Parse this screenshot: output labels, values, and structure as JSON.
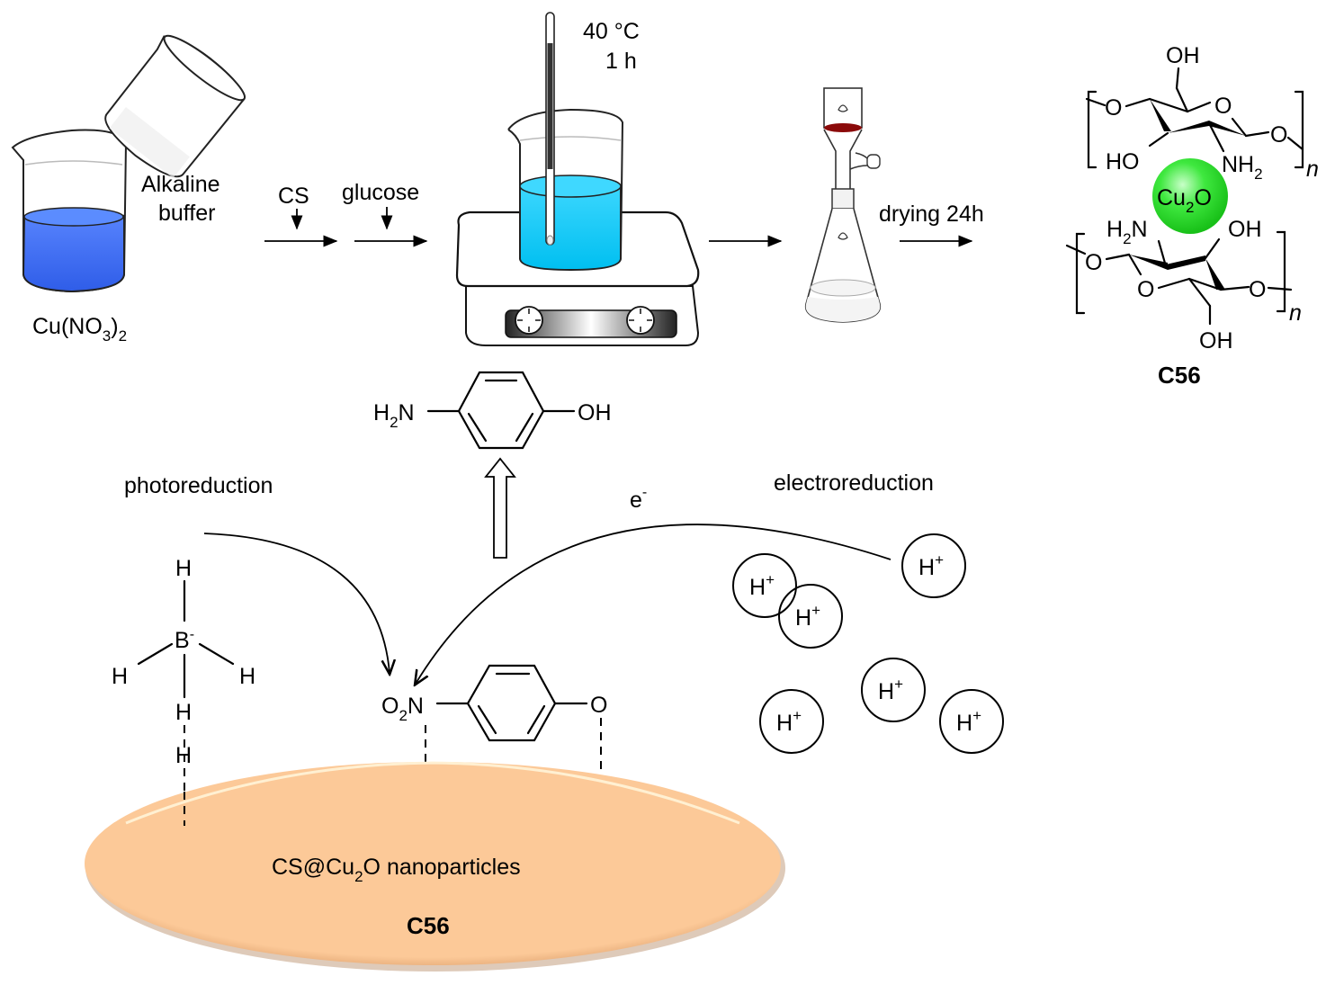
{
  "synthesis": {
    "reagent_cu": "Cu(NO",
    "reagent_cu_sub3": "3",
    "reagent_cu_close": ")",
    "reagent_cu_sub2": "2",
    "buffer_line1": "Alkaline",
    "buffer_line2": "buffer",
    "step_cs": "CS",
    "step_glucose": "glucose",
    "temperature": "40 °C",
    "time": "1 h",
    "drying": "drying 24h",
    "colors": {
      "cu_solution": "#3f6ef0",
      "reaction_solution": "#00c8f5",
      "filter_cake": "#8b0a0a"
    }
  },
  "structure": {
    "top_unit": {
      "oh_top": "OH",
      "o_left": "O",
      "o_ring": "O",
      "o_right": "O",
      "ho": "HO",
      "nh2": "NH",
      "nh2_sub": "2",
      "n": "n"
    },
    "bottom_unit": {
      "h2n": "H",
      "h2n_sub": "2",
      "h2n_n": "N",
      "oh_right": "OH",
      "o_left": "O",
      "o_ring": "O",
      "o_right": "O",
      "oh_bottom": "OH",
      "n": "n"
    },
    "particle": {
      "label": "Cu",
      "label_sub": "2",
      "label_end": "O",
      "color": "#33e033"
    },
    "compound_id": "C56"
  },
  "mechanism": {
    "product": {
      "h2n": "H",
      "h2n_sub": "2",
      "h2n_n": "N",
      "oh": "OH"
    },
    "photoreduction_label": "photoreduction",
    "electroreduction_label": "electroreduction",
    "electron_label": "e",
    "electron_charge": "-",
    "borohydride": {
      "boron": "B",
      "charge": "-",
      "h": "H"
    },
    "substrate": {
      "o2n": "O",
      "o2n_sub": "2",
      "o2n_n": "N",
      "o": "O"
    },
    "protons": [
      {
        "label": "H",
        "charge": "+"
      },
      {
        "label": "H",
        "charge": "+"
      },
      {
        "label": "H",
        "charge": "+"
      },
      {
        "label": "H",
        "charge": "+"
      },
      {
        "label": "H",
        "charge": "+"
      },
      {
        "label": "H",
        "charge": "+"
      }
    ],
    "support": {
      "label_pre": "CS@Cu",
      "label_sub": "2",
      "label_post": "O nanoparticles",
      "compound_id": "C56",
      "color": "#fcc998"
    }
  }
}
